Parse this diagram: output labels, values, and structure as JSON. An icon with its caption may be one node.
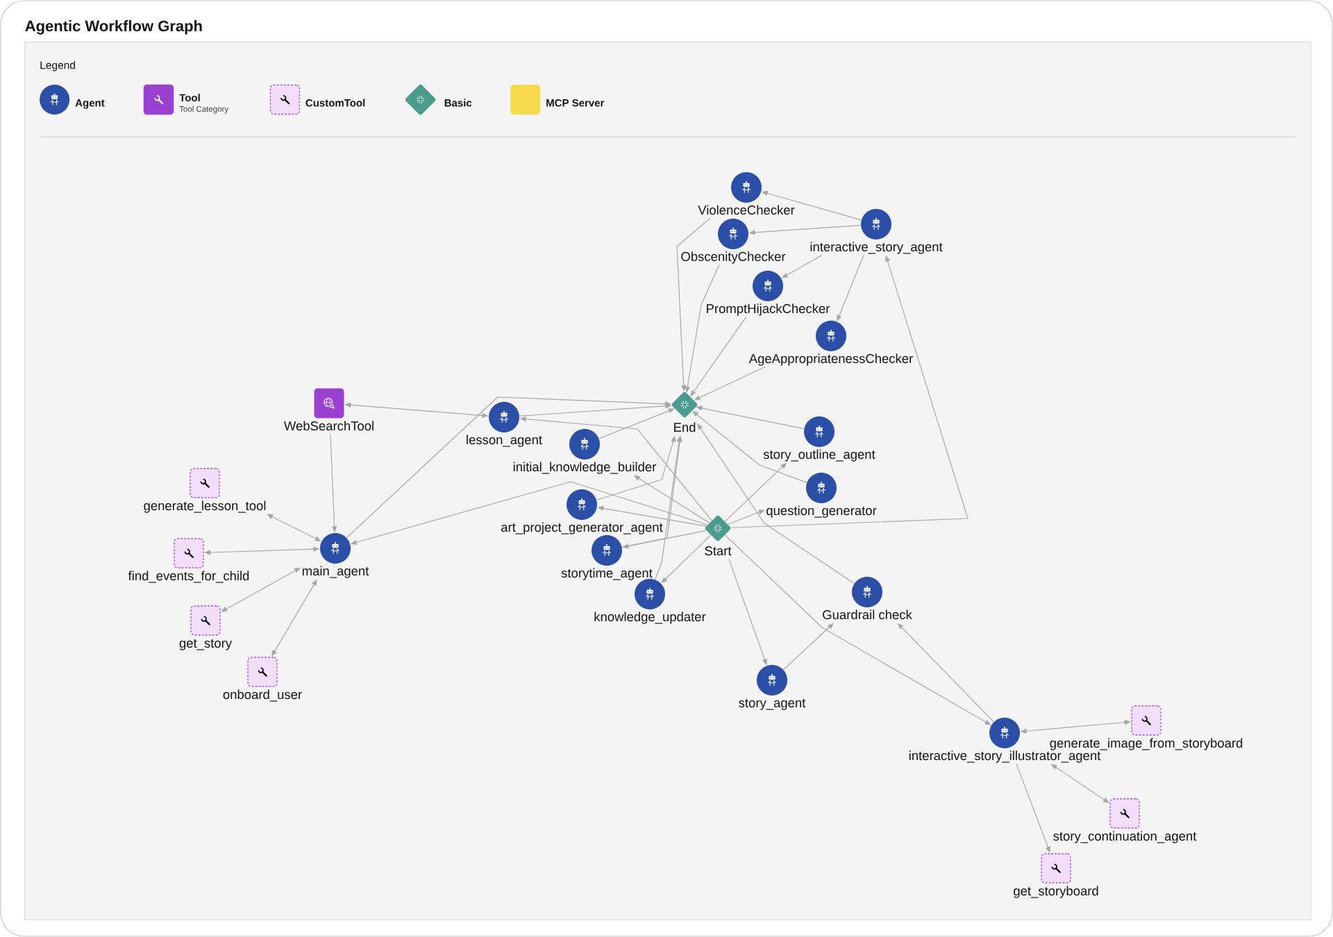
{
  "diagram": {
    "title": "Agentic Workflow Graph",
    "nodes": [
      {
        "text": [
          "ViolenceChecker"
        ]
      },
      {
        "text": [
          "interactive_story_agent"
        ]
      },
      {
        "text": [
          "ObscenityChecker"
        ]
      },
      {
        "text": [
          "PromptHijackChecker"
        ]
      },
      {
        "text": [
          "AgeAppropriatenessChecker"
        ]
      },
      {
        "text": [
          "WebSearchTool"
        ]
      },
      {
        "text": [
          "End"
        ]
      },
      {
        "text": [
          "lesson_agent"
        ]
      },
      {
        "text": [
          "story_outline_agent"
        ]
      },
      {
        "text": [
          "initial_knowledge_builder"
        ]
      },
      {
        "text": [
          "generate_lesson_tool"
        ]
      },
      {
        "text": [
          "question_generator"
        ]
      },
      {
        "text": [
          "art_project_generator_agent"
        ]
      },
      {
        "text": [
          "Start"
        ]
      },
      {
        "text": [
          "main_agent"
        ]
      },
      {
        "text": [
          "storytime_agent"
        ]
      },
      {
        "text": [
          "find_events_for_child"
        ]
      },
      {
        "text": [
          "Guardrail check"
        ]
      },
      {
        "text": [
          "knowledge_updater"
        ]
      },
      {
        "text": [
          "get_story"
        ]
      },
      {
        "text": [
          "onboard_user"
        ]
      },
      {
        "text": [
          "story_agent"
        ]
      },
      {
        "text": [
          "generate_image_from_storyboard"
        ]
      },
      {
        "text": [
          "interactive_story_illustrator_agent"
        ]
      },
      {
        "text": [
          "story_continuation_agent"
        ]
      },
      {
        "text": [
          "get_storyboard"
        ]
      }
    ],
    "edges": [
      {
        "from": 1,
        "to": 0,
        "arrow": "to"
      },
      {
        "from": 1,
        "to": 2,
        "arrow": "to"
      },
      {
        "from": 1,
        "to": 3,
        "arrow": "to"
      },
      {
        "from": 1,
        "to": 4,
        "arrow": "to"
      },
      {
        "from": 0,
        "to": 6,
        "arrow": "to"
      },
      {
        "from": 2,
        "to": 6,
        "arrow": "to"
      },
      {
        "from": 3,
        "to": 6,
        "arrow": "to"
      },
      {
        "from": 4,
        "to": 6,
        "arrow": "to"
      },
      {
        "from": 5,
        "to": 7,
        "arrow": "both"
      },
      {
        "from": 7,
        "to": 6,
        "arrow": "to"
      },
      {
        "from": 9,
        "to": 6,
        "arrow": "to"
      },
      {
        "from": 14,
        "to": 6,
        "arrow": "to"
      },
      {
        "from": 12,
        "to": 6,
        "arrow": "to"
      },
      {
        "from": 15,
        "to": 6,
        "arrow": "to"
      },
      {
        "from": 18,
        "to": 6,
        "arrow": "to"
      },
      {
        "from": 8,
        "to": 6,
        "arrow": "to"
      },
      {
        "from": 11,
        "to": 6,
        "arrow": "to"
      },
      {
        "from": 17,
        "to": 6,
        "arrow": "to"
      },
      {
        "from": 13,
        "to": 7,
        "arrow": "to"
      },
      {
        "from": 13,
        "to": 9,
        "arrow": "to"
      },
      {
        "from": 13,
        "to": 12,
        "arrow": "to"
      },
      {
        "from": 13,
        "to": 15,
        "arrow": "to"
      },
      {
        "from": 13,
        "to": 18,
        "arrow": "to"
      },
      {
        "from": 13,
        "to": 14,
        "arrow": "to"
      },
      {
        "from": 13,
        "to": 8,
        "arrow": "to"
      },
      {
        "from": 13,
        "to": 11,
        "arrow": "to"
      },
      {
        "from": 13,
        "to": 1,
        "arrow": "to"
      },
      {
        "from": 13,
        "to": 21,
        "arrow": "to"
      },
      {
        "from": 13,
        "to": 23,
        "arrow": "to"
      },
      {
        "from": 21,
        "to": 17,
        "arrow": "to"
      },
      {
        "from": 23,
        "to": 17,
        "arrow": "to"
      },
      {
        "from": 5,
        "to": 14,
        "arrow": "to"
      },
      {
        "from": 14,
        "to": 10,
        "arrow": "both"
      },
      {
        "from": 14,
        "to": 16,
        "arrow": "both"
      },
      {
        "from": 14,
        "to": 19,
        "arrow": "both"
      },
      {
        "from": 14,
        "to": 20,
        "arrow": "both"
      },
      {
        "from": 23,
        "to": 22,
        "arrow": "both"
      },
      {
        "from": 23,
        "to": 24,
        "arrow": "both"
      },
      {
        "from": 23,
        "to": 25,
        "arrow": "to"
      }
    ],
    "labels": [
      "Legend",
      "Tool Category"
    ],
    "legend": [
      {
        "text": "Agent",
        "color": "#2b4ea7"
      },
      {
        "text": "Tool",
        "color": "#9b41d1"
      },
      {
        "text": "CustomTool",
        "color": "#f2defb"
      },
      {
        "text": "Basic",
        "color": "#4b9b8f"
      },
      {
        "text": "MCP Server",
        "color": "#f7da4c"
      }
    ]
  }
}
